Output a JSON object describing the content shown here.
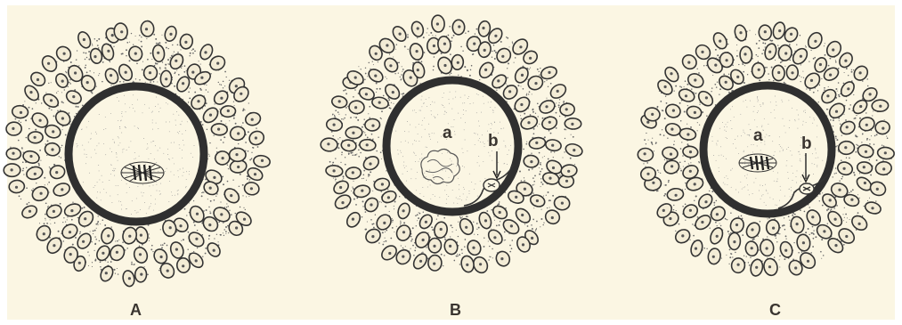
{
  "figure": {
    "background_color": "#fbf6e3",
    "ink_color": "#333333",
    "panels": [
      {
        "id": "A",
        "label": "A",
        "nucleus_type": "spindle",
        "part_labels": []
      },
      {
        "id": "B",
        "label": "B",
        "nucleus_type": "chromatin",
        "part_labels": [
          "a",
          "b"
        ]
      },
      {
        "id": "C",
        "label": "C",
        "nucleus_type": "spindle",
        "part_labels": [
          "a",
          "b"
        ]
      }
    ]
  }
}
